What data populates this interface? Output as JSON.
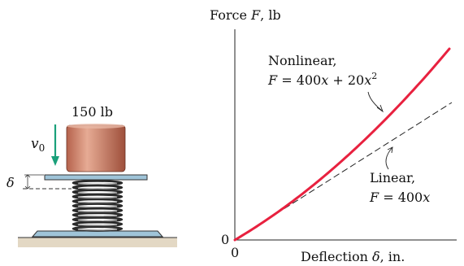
{
  "figure": {
    "mass_label": "150 lb",
    "velocity_symbol": "v",
    "velocity_subscript": "0",
    "deflection_symbol": "δ"
  },
  "graph": {
    "y_axis_label": {
      "prefix": "Force ",
      "symbol": "F",
      "suffix": ", lb"
    },
    "x_axis_label": {
      "prefix": "Deflection ",
      "symbol": "δ",
      "suffix": ", in."
    },
    "origin_y_label": "0",
    "origin_x_label": "0",
    "nonlinear_label": {
      "title": "Nonlinear,",
      "eq_F": "F",
      "eq_eq": " = 400",
      "eq_x1": "x",
      "eq_plus": " + 20",
      "eq_x2": "x",
      "eq_exp": "2"
    },
    "linear_label": {
      "title": "Linear,",
      "eq_F": "F",
      "eq_eq": " = 400",
      "eq_x": "x"
    }
  },
  "colors": {
    "nonlinear_curve": "#e8213f",
    "linear_line": "#222222",
    "velocity_arrow": "#1aa07a",
    "plate": "#9fc4d8",
    "mass_fill": "#c97a62",
    "ground": "#d9cdb8"
  }
}
